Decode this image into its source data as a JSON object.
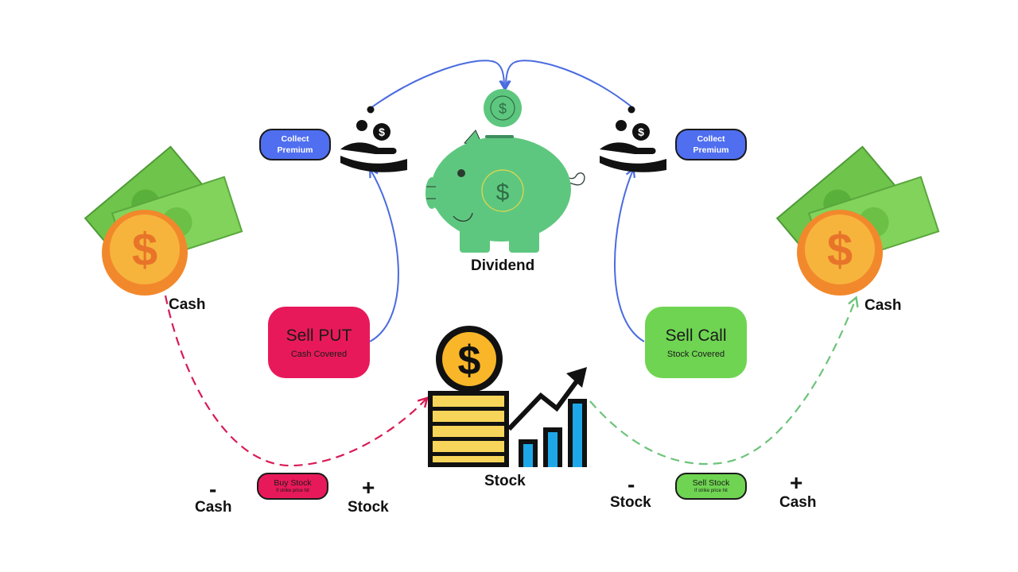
{
  "labels": {
    "cash_left": "Cash",
    "cash_right": "Cash",
    "dividend": "Dividend",
    "stock": "Stock"
  },
  "premium_left": {
    "line1": "Collect",
    "line2": "Premium"
  },
  "premium_right": {
    "line1": "Collect",
    "line2": "Premium"
  },
  "sell_put": {
    "title": "Sell PUT",
    "subtitle": "Cash Covered"
  },
  "sell_call": {
    "title": "Sell Call",
    "subtitle": "Stock Covered"
  },
  "buy_stock": {
    "title": "Buy Stock",
    "note": "if strike price hit"
  },
  "sell_stock": {
    "title": "Sell Stock",
    "note": "if strike price hit"
  },
  "flow_left": {
    "minus_sign": "-",
    "minus_label": "Cash",
    "plus_sign": "+",
    "plus_label": "Stock"
  },
  "flow_right": {
    "minus_sign": "-",
    "minus_label": "Stock",
    "plus_sign": "+",
    "plus_label": "Cash"
  },
  "icons": {
    "money": "money-icon",
    "coin": "dollar-coin-icon",
    "hand": "hand-receiving-coin-icon",
    "piggy": "piggy-bank-icon",
    "stock": "stock-growth-icon"
  },
  "colors": {
    "premium_blue": "#4f6ef0",
    "put_red": "#e8195a",
    "call_green": "#6fd452",
    "coin_orange": "#f5a93a",
    "piggy_green": "#5ec77f",
    "stock_yellow": "#f7d55a",
    "arrow_blue": "#4a6be0",
    "dash_red": "#d81b55",
    "dash_green": "#6cc37a"
  }
}
